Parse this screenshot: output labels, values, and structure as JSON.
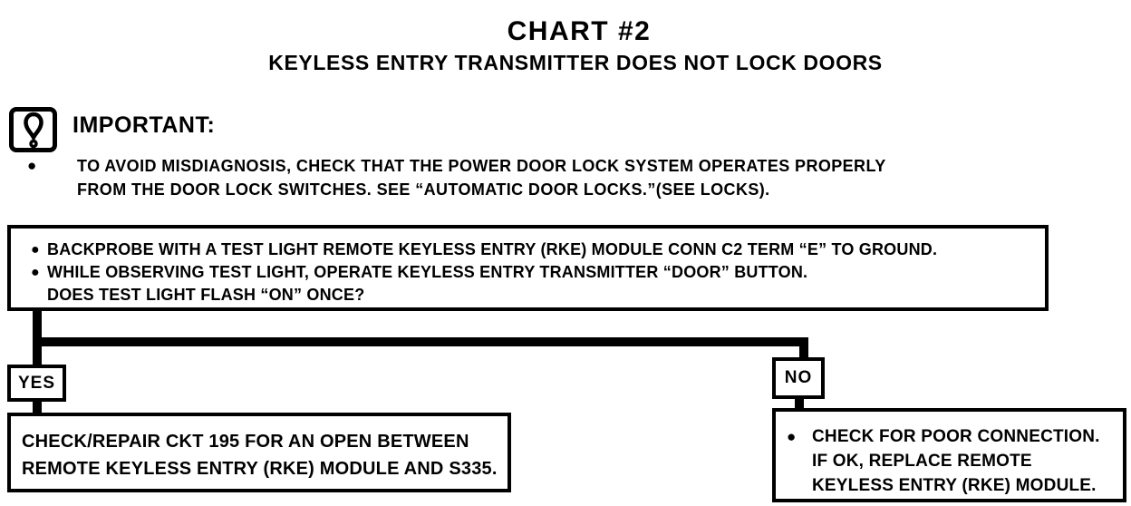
{
  "page": {
    "title": "CHART #2",
    "subtitle": "KEYLESS ENTRY TRANSMITTER DOES NOT LOCK DOORS"
  },
  "important": {
    "icon": "exclamation-alert-icon",
    "label": "IMPORTANT:",
    "bullet": "●",
    "lines": [
      "TO AVOID MISDIAGNOSIS, CHECK THAT THE POWER DOOR LOCK SYSTEM OPERATES PROPERLY",
      "FROM THE DOOR LOCK SWITCHES.  SEE “AUTOMATIC DOOR LOCKS.”(SEE LOCKS)."
    ]
  },
  "flowchart": {
    "question_box": {
      "items": [
        {
          "bullet": "●",
          "text": "BACKPROBE WITH A TEST LIGHT REMOTE KEYLESS ENTRY (RKE) MODULE CONN C2 TERM “E” TO GROUND."
        },
        {
          "bullet": "●",
          "text": "WHILE OBSERVING TEST LIGHT, OPERATE KEYLESS ENTRY TRANSMITTER “DOOR” BUTTON."
        },
        {
          "bullet": "",
          "text": "DOES TEST LIGHT FLASH “ON” ONCE?"
        }
      ]
    },
    "yes_branch": {
      "label": "YES",
      "action_lines": [
        "CHECK/REPAIR CKT 195 FOR AN OPEN BETWEEN",
        "REMOTE KEYLESS ENTRY (RKE) MODULE AND S335."
      ]
    },
    "no_branch": {
      "label": "NO",
      "bullet": "●",
      "action_lines": [
        "CHECK FOR POOR CONNECTION.",
        "IF OK, REPLACE REMOTE",
        "KEYLESS ENTRY (RKE) MODULE."
      ]
    }
  },
  "colors": {
    "ink": "#000000",
    "paper": "#ffffff"
  }
}
